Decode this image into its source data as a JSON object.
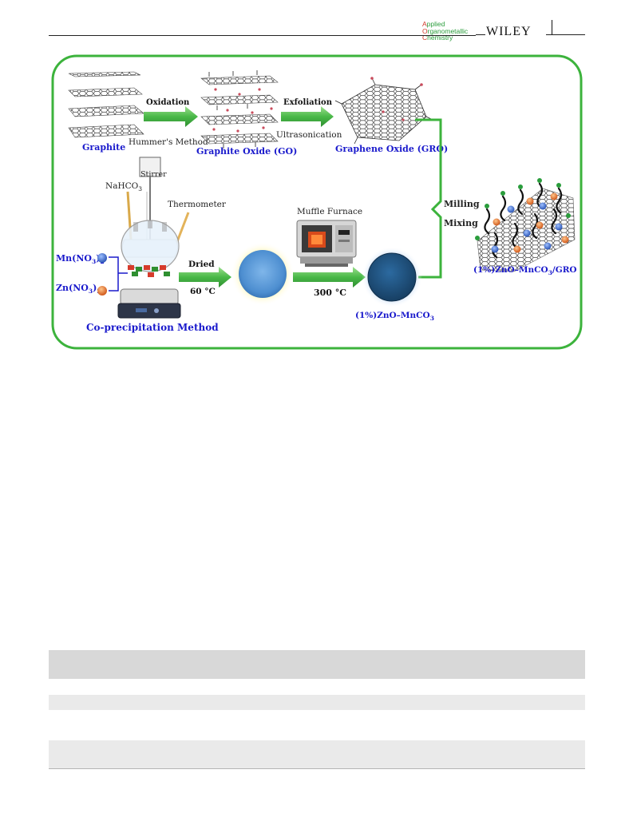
{
  "header": {
    "journal_line1_cap": "A",
    "journal_line1_rest": "pplied",
    "journal_line2_cap": "O",
    "journal_line2_rest": "rganometallic",
    "journal_line3_cap": "C",
    "journal_line3_rest": "hemistry",
    "publisher": "WILEY"
  },
  "scheme": {
    "graphite": "Graphite",
    "oxidation": "Oxidation",
    "hummers": "Hummer's Method",
    "graphite_oxide": "Graphite Oxide (GO)",
    "exfoliation": "Exfoliation",
    "ultrasonication": "Ultrasonication",
    "graphene_oxide": "Graphene Oxide (GRO)",
    "stirrer": "Stirrer",
    "nahco3": "NaHCO",
    "nahco3_sub": "3",
    "thermometer": "Thermometer",
    "mn_no3": "Mn(NO",
    "mn_no3_sub": "3",
    "mn_no3_end": ")",
    "mn_no3_sub2": "2",
    "zn_no3": "Zn(NO",
    "zn_no3_sub": "3",
    "zn_no3_end": ")",
    "zn_no3_sub2": "2",
    "coprecip": "Co-precipitation Method",
    "dried": "Dried",
    "temp1": "60 °C",
    "muffle": "Muffle Furnace",
    "temp2": "300 °C",
    "product1": "(1%)ZnO–MnCO",
    "product1_sub": "3",
    "milling": "Milling",
    "mixing": "Mixing",
    "final": "(1%)ZnO–MnCO",
    "final_sub": "3",
    "final_end": "/GRO"
  },
  "colors": {
    "frame": "#3cb33c",
    "arrow": "#49b848",
    "label_blue": "#1a1acc",
    "bead_light": "#5b9bd8",
    "bead_dark": "#1f4f7a"
  }
}
